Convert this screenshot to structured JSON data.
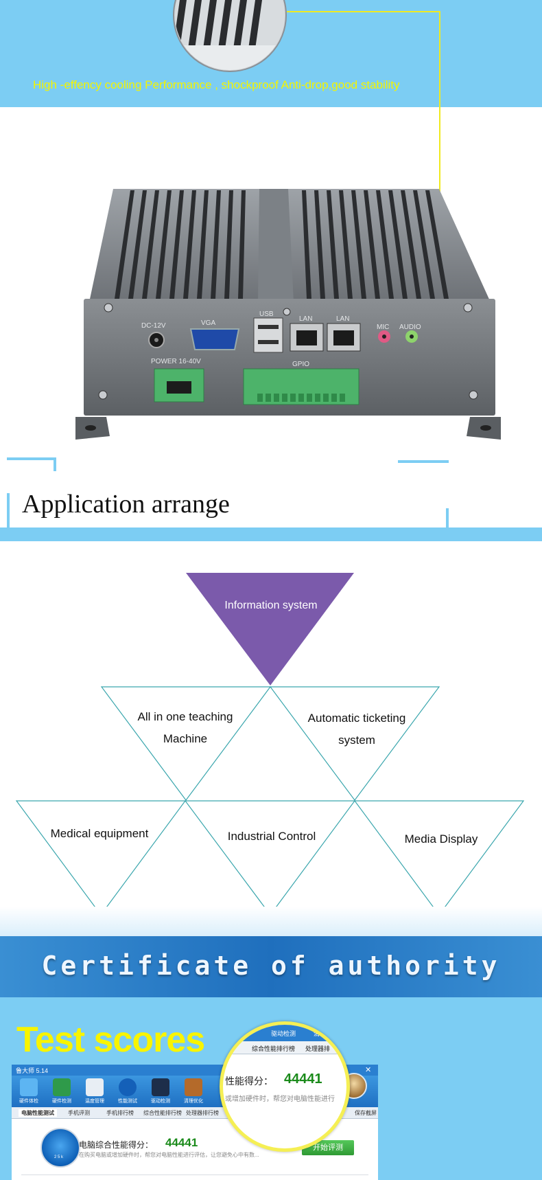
{
  "top_banner": {
    "caption": "High -effency cooling Performance , shockproof  Anti-drop,good stability"
  },
  "device": {
    "labels": {
      "dc": "DC-12V",
      "vga": "VGA",
      "usb": "USB",
      "lan1": "LAN",
      "lan2": "LAN",
      "mic": "MIC",
      "audio": "AUDIO",
      "power": "POWER  16-40V",
      "gpio": "GPIO"
    }
  },
  "application": {
    "title": "Application arrange",
    "top": "Information system",
    "row2": [
      "All in one teaching Machine",
      "Automatic ticketing system"
    ],
    "row3": [
      "Medical equipment",
      "Industrial Control",
      "Media Display"
    ]
  },
  "certificate": {
    "title": "Certificate of authority"
  },
  "scores": {
    "title": "Test scores",
    "window": {
      "title": "鲁大师 5.14",
      "close": "✕",
      "tools": [
        "硬件体检",
        "硬件检测",
        "温度管理",
        "性能测试",
        "驱动检测",
        "清理优化"
      ],
      "tabs": [
        "电脑性能测试",
        "手机评测",
        "手机排行榜",
        "综合性能排行榜",
        "处理器排行榜"
      ],
      "save": "保存截屏",
      "score_label": "电脑综合性能得分：",
      "score": "44441",
      "hint": "在购买电脑或增加硬件时，帮您对电脑性能进行评估，让您避免心中有数...",
      "start_button": "开始评测",
      "gauge_label": "2 5 k"
    },
    "magnifier": {
      "tab_driver": "驱动检测",
      "tab_clean": "清",
      "tab_rank": "综合性能排行榜",
      "tab_cpu": "处理器排",
      "score_label": "性能得分：",
      "score": "44441",
      "hint": "或增加硬件时，帮您对电脑性能进行"
    }
  }
}
